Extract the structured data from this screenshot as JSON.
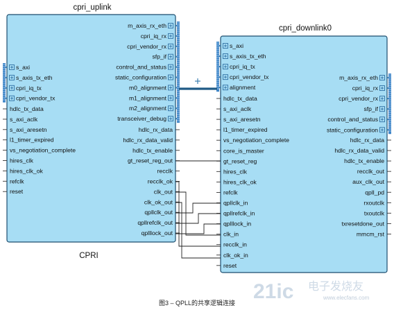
{
  "cpri_uplink": {
    "instance_name": "cpri_uplink",
    "module_name": "CPRI",
    "left_bus_ports": [
      "s_axi",
      "s_axis_tx_eth",
      "cpri_iq_tx",
      "cpri_vendor_tx"
    ],
    "left_ports": [
      "hdlc_tx_data",
      "s_axi_aclk",
      "s_axi_aresetn",
      "l1_timer_expired",
      "vs_negotiation_complete",
      "hires_clk",
      "hires_clk_ok",
      "refclk",
      "reset"
    ],
    "right_bus_ports": [
      "m_axis_rx_eth",
      "cpri_iq_rx",
      "cpri_vendor_rx",
      "sfp_if",
      "control_and_status",
      "static_configuration",
      "m0_alignment",
      "m1_alignment",
      "m2_alignment",
      "transceiver_debug"
    ],
    "right_ports": [
      "hdlc_rx_data",
      "hdlc_rx_data_valid",
      "hdlc_tx_enable",
      "gt_reset_reg_out",
      "recclk",
      "recclk_ok",
      "clk_out",
      "clk_ok_out",
      "qpllclk_out",
      "qpllrefclk_out",
      "qplllock_out"
    ]
  },
  "cpri_downlink0": {
    "instance_name": "cpri_downlink0",
    "left_bus_ports": [
      "s_axi",
      "s_axis_tx_eth",
      "cpri_iq_tx",
      "cpri_vendor_tx",
      "alignment"
    ],
    "left_ports": [
      "hdlc_tx_data",
      "s_axi_aclk",
      "s_axi_aresetn",
      "l1_timer_expired",
      "vs_negotiation_complete",
      "core_is_master",
      "gt_reset_reg",
      "hires_clk",
      "hires_clk_ok",
      "refclk",
      "qpllclk_in",
      "qpllrefclk_in",
      "qplllock_in",
      "clk_in",
      "recclk_in",
      "clk_ok_in",
      "reset"
    ],
    "right_bus_ports": [
      "m_axis_rx_eth",
      "cpri_iq_rx",
      "cpri_vendor_rx",
      "sfp_if",
      "control_and_status",
      "static_configuration"
    ],
    "right_ports": [
      "hdlc_rx_data",
      "hdlc_rx_data_valid",
      "hdlc_tx_enable",
      "recclk_out",
      "aux_clk_out",
      "qpll_pd",
      "rxoutclk",
      "txoutclk",
      "txresetdone_out",
      "mmcm_rst"
    ]
  },
  "caption": "图3 – QPLL的共享逻辑连接",
  "watermark": {
    "big": "21ic",
    "cn": "电子发烧友",
    "small": "www.elecfans.com"
  },
  "colors": {
    "block_fill": "#a7ddf4",
    "block_border": "#1c4d6e",
    "bus_bar": "#3f86c8",
    "bus_wire": "#1f5a86"
  },
  "icons": {
    "bus_port": "plus-box-icon",
    "bus_collapse": "expand-bar-icon"
  }
}
